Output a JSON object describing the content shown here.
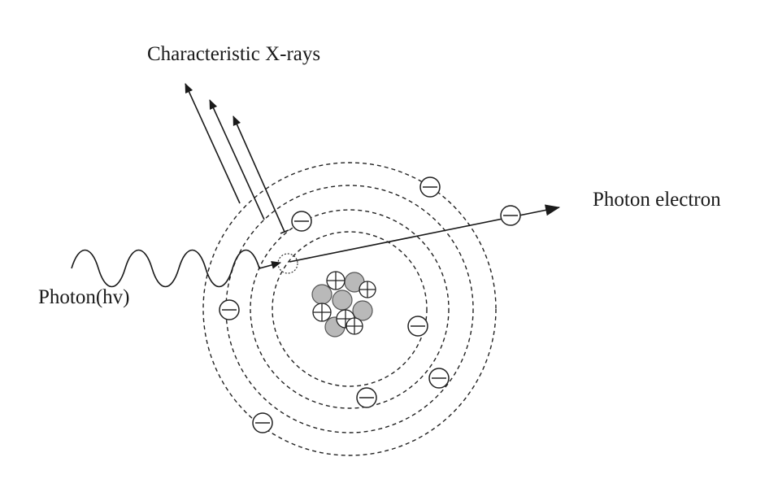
{
  "labels": {
    "xrays": "Characteristic X-rays",
    "photon_electron": "Photon electron",
    "photon": "Photon(hv)"
  }
}
